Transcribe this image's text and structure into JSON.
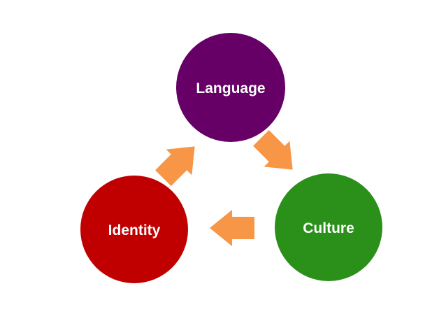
{
  "nodes": [
    {
      "id": "language",
      "label": "Language",
      "color": "#660066"
    },
    {
      "id": "culture",
      "label": "Culture",
      "color": "#2a901a"
    },
    {
      "id": "identity",
      "label": "Identity",
      "color": "#c00000"
    }
  ],
  "edges": [
    {
      "from": "language",
      "to": "culture"
    },
    {
      "from": "culture",
      "to": "identity"
    },
    {
      "from": "identity",
      "to": "language"
    }
  ],
  "arrow_color": "#f79646"
}
